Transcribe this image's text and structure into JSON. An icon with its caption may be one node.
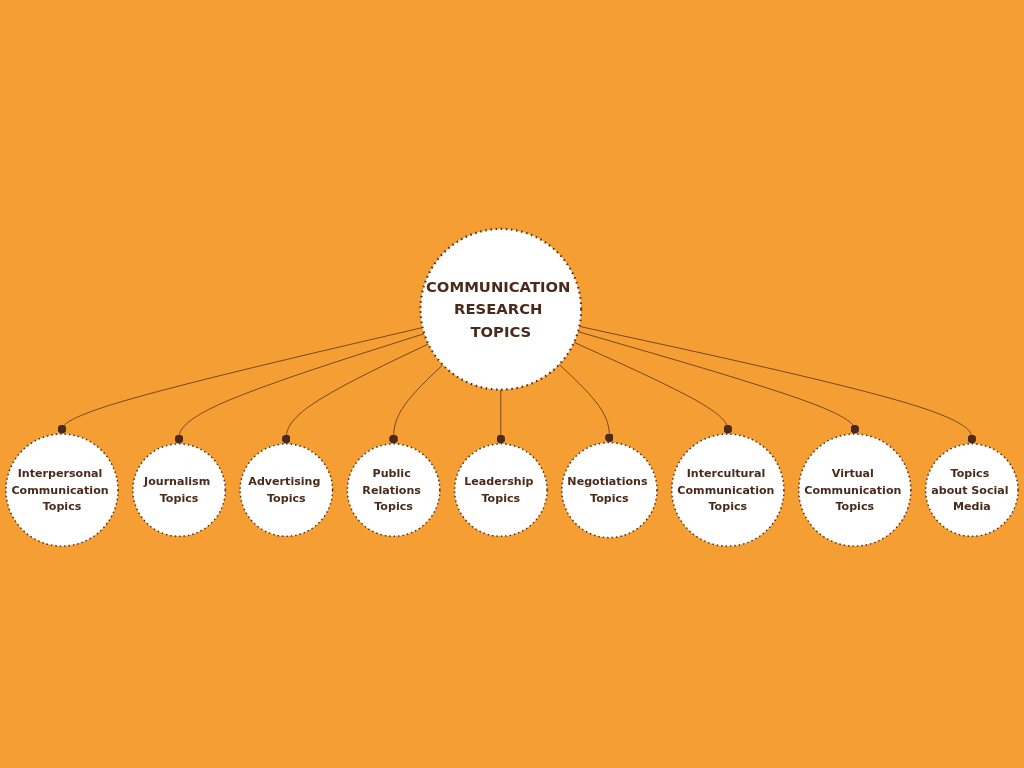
{
  "diagram": {
    "nodes": [
      {
        "text": [
          "COMMUNICATION RESEARCH TOPICS"
        ]
      },
      {
        "text": [
          "Interpersonal Communication Topics"
        ]
      },
      {
        "text": [
          "Journalism Topics"
        ]
      },
      {
        "text": [
          "Advertising Topics"
        ]
      },
      {
        "text": [
          "Public Relations Topics"
        ]
      },
      {
        "text": [
          "Leadership Topics"
        ]
      },
      {
        "text": [
          "Negotiations Topics"
        ]
      },
      {
        "text": [
          "Intercultural Communication Topics"
        ]
      },
      {
        "text": [
          "Virtual Communication Topics"
        ]
      },
      {
        "text": [
          "Topics about Social Media"
        ]
      }
    ],
    "edges": [
      {
        "from": 0,
        "to": 1,
        "arrow": "other"
      },
      {
        "from": 0,
        "to": 2,
        "arrow": "other"
      },
      {
        "from": 0,
        "to": 3,
        "arrow": "other"
      },
      {
        "from": 0,
        "to": 4,
        "arrow": "other"
      },
      {
        "from": 0,
        "to": 5,
        "arrow": "other"
      },
      {
        "from": 0,
        "to": 6,
        "arrow": "other"
      },
      {
        "from": 0,
        "to": 7,
        "arrow": "other"
      },
      {
        "from": 0,
        "to": 8,
        "arrow": "other"
      },
      {
        "from": 0,
        "to": 9,
        "arrow": "other"
      }
    ]
  }
}
